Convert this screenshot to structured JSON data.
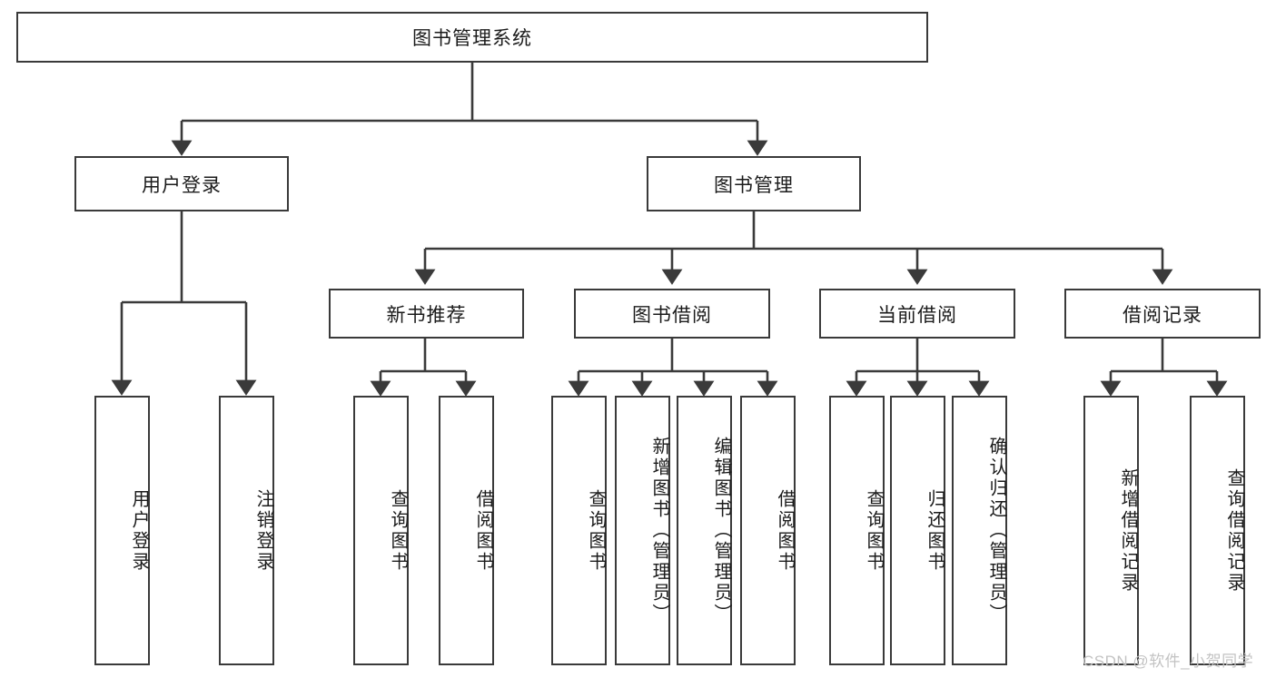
{
  "diagram": {
    "title_node": {
      "label": "图书管理系统"
    },
    "level1": [
      {
        "id": "user-login",
        "label": "用户登录"
      },
      {
        "id": "book-management",
        "label": "图书管理"
      }
    ],
    "level2": [
      {
        "id": "new-book-recommend",
        "label": "新书推荐"
      },
      {
        "id": "book-borrow",
        "label": "图书借阅"
      },
      {
        "id": "current-borrow",
        "label": "当前借阅"
      },
      {
        "id": "borrow-record",
        "label": "借阅记录"
      }
    ],
    "leaves": [
      {
        "id": "leaf-user-login",
        "label": "用户登录"
      },
      {
        "id": "leaf-logout-login",
        "label": "注销登录"
      },
      {
        "id": "leaf-query-book-1",
        "label": "查询图书"
      },
      {
        "id": "leaf-borrow-book-1",
        "label": "借阅图书"
      },
      {
        "id": "leaf-query-book-2",
        "label": "查询图书"
      },
      {
        "id": "leaf-add-book",
        "label": "新增图书（管理员）"
      },
      {
        "id": "leaf-edit-book",
        "label": "编辑图书（管理员）"
      },
      {
        "id": "leaf-borrow-book-2",
        "label": "借阅图书"
      },
      {
        "id": "leaf-query-book-3",
        "label": "查询图书"
      },
      {
        "id": "leaf-return-book",
        "label": "归还图书"
      },
      {
        "id": "leaf-confirm-return",
        "label": "确认归还（管理员）"
      },
      {
        "id": "leaf-add-record",
        "label": "新增借阅记录"
      },
      {
        "id": "leaf-query-record",
        "label": "查询借阅记录"
      }
    ],
    "watermark": "CSDN @软件_小贺同学",
    "colors": {
      "stroke": "#3a3a3a",
      "background": "#ffffff",
      "text": "#1b1b1b",
      "watermark": "#c3c3c3"
    }
  }
}
